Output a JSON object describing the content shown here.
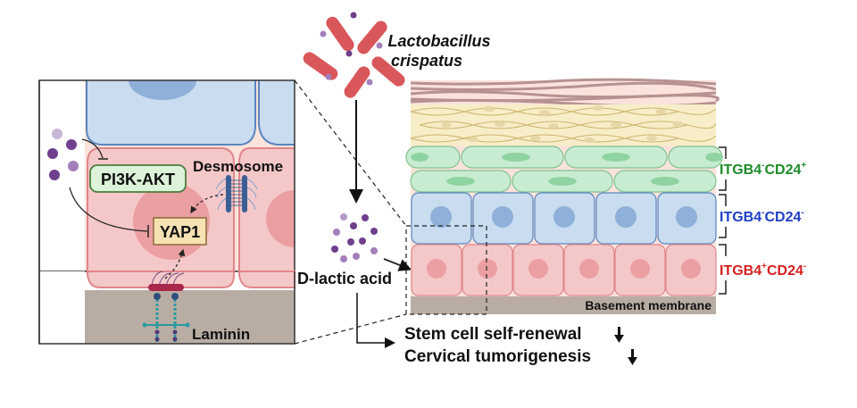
{
  "title": "Lactobacillus crispatus D-lactic acid mechanism",
  "bacteria": {
    "name_line1": "Lactobacillus",
    "name_line2": "crispatus"
  },
  "metabolite": {
    "label": "D-lactic acid"
  },
  "inset": {
    "pathway_box": "PI3K-AKT",
    "target_box": "YAP1",
    "desmosome_label": "Desmosome",
    "laminin_label": "Laminin"
  },
  "tissue": {
    "basement_label": "Basement membrane",
    "layers": [
      {
        "marker": "ITGB4",
        "marker_sign": "-",
        "cd": "CD24",
        "cd_sign": "+",
        "color": "#1e8a2a"
      },
      {
        "marker": "ITGB4",
        "marker_sign": "-",
        "cd": "CD24",
        "cd_sign": "-",
        "color": "#1f3fc4"
      },
      {
        "marker": "ITGB4",
        "marker_sign": "+",
        "cd": "CD24",
        "cd_sign": "-",
        "color": "#d61f1f"
      }
    ]
  },
  "outcomes": [
    {
      "text": "Stem cell self-renewal",
      "direction": "down"
    },
    {
      "text": "Cervical tumorigenesis",
      "direction": "down"
    }
  ],
  "colors": {
    "bacteria": "#d9575a",
    "dot": "#7b4a96",
    "dot_light": "#b49ac6",
    "pink_cell": "#f4c8c9",
    "pink_edge": "#e0868a",
    "blue_cell": "#c9dcf0",
    "blue_edge": "#5a86c0",
    "green_cell": "#c8ecd1",
    "green_edge": "#7fc28f",
    "basement": "#b9ada3"
  }
}
